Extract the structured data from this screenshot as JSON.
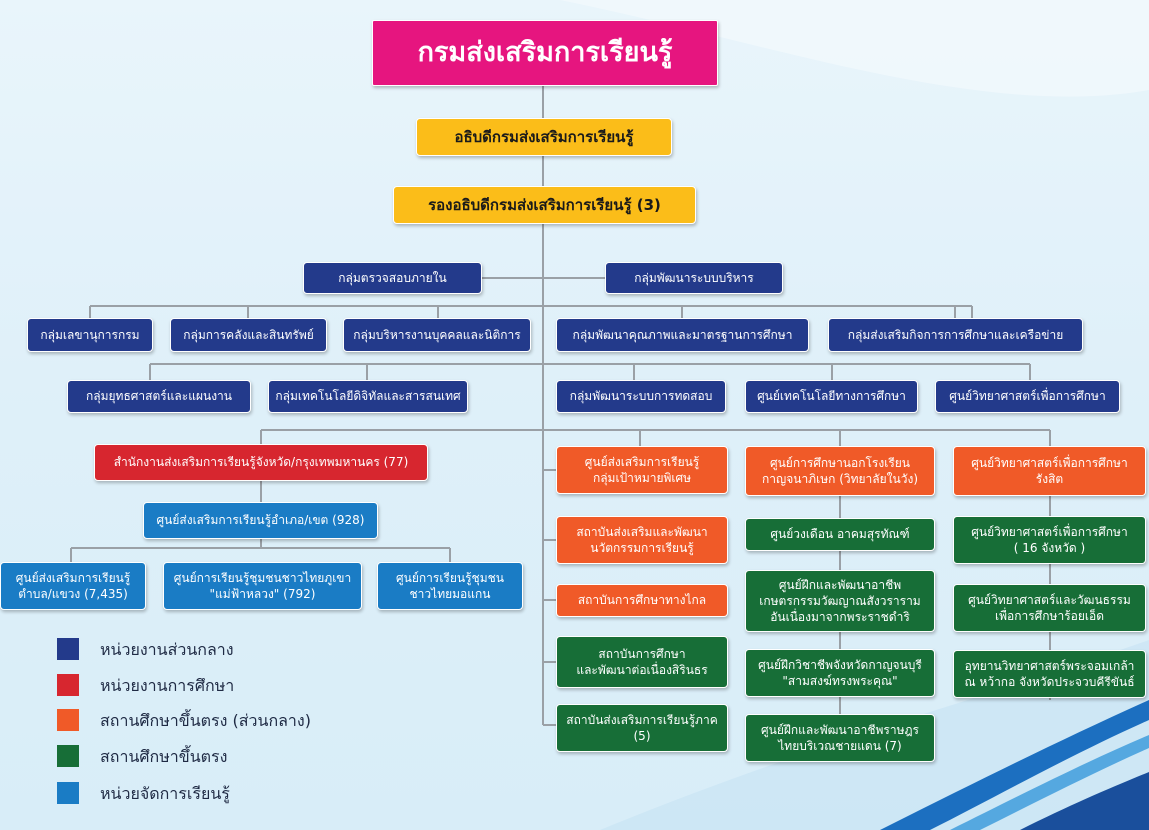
{
  "title": "กรมส่งเสริมการเรียนรู้",
  "director": "อธิบดีกรมส่งเสริมการเรียนรู้",
  "deputy": "รองอธิบดีกรมส่งเสริมการเรียนรู้ (3)",
  "internal_audit": "กลุ่มตรวจสอบภายใน",
  "admin_dev": "กลุ่มพัฒนาระบบบริหาร",
  "groups_row1": [
    "กลุ่มเลขานุการกรม",
    "กลุ่มการคลังและสินทรัพย์",
    "กลุ่มบริหารงานบุคคลและนิติการ",
    "กลุ่มพัฒนาคุณภาพและมาตรฐานการศึกษา",
    "กลุ่มส่งเสริมกิจการการศึกษาและเครือข่าย"
  ],
  "groups_row2": [
    "กลุ่มยุทธศาสตร์และแผนงาน",
    "กลุ่มเทคโนโลยีดิจิทัลและสารสนเทศ",
    "กลุ่มพัฒนาระบบการทดสอบ",
    "ศูนย์เทคโนโลยีทางการศึกษา",
    "ศูนย์วิทยาศาสตร์เพื่อการศึกษา"
  ],
  "provincial_office": "สำนักงานส่งเสริมการเรียนรู้จังหวัด/กรุงเทพมหานคร (77)",
  "district_center": "ศูนย์ส่งเสริมการเรียนรู้อำเภอ/เขต (928)",
  "local_units": [
    "ศูนย์ส่งเสริมการเรียนรู้\nตำบล/แขวง (7,435)",
    "ศูนย์การเรียนรู้ชุมชนชาวไทยภูเขา\n\"แม่ฟ้าหลวง\" (792)",
    "ศูนย์การเรียนรู้ชุมชน\nชาวไทยมอแกน"
  ],
  "col_a": [
    "ศูนย์ส่งเสริมการเรียนรู้\nกลุ่มเป้าหมายพิเศษ",
    "สถาบันส่งเสริมและพัฒนา\nนวัตกรรมการเรียนรู้",
    "สถาบันการศึกษาทางไกล",
    "สถาบันการศึกษา\nและพัฒนาต่อเนื่องสิรินธร",
    "สถาบันส่งเสริมการเรียนรู้ภาค\n(5)"
  ],
  "col_b": [
    "ศูนย์การศึกษานอกโรงเรียน\nกาญจนาภิเษก (วิทยาลัยในวัง)",
    "ศูนย์วงเดือน อาคมสุรทัณฑ์",
    "ศูนย์ฝึกและพัฒนาอาชีพ\nเกษตรกรรมวัฒญาณสังวราราม\nอันเนื่องมาจากพระราชดำริ",
    "ศูนย์ฝึกวิชาชีพจังหวัดกาญจนบุรี\n\"สามสงฆ์ทรงพระคุณ\"",
    "ศูนย์ฝึกและพัฒนาอาชีพราษฎร\nไทยบริเวณชายแดน (7)"
  ],
  "col_c": [
    "ศูนย์วิทยาศาสตร์เพื่อการศึกษา\nรังสิต",
    "ศูนย์วิทยาศาสตร์เพื่อการศึกษา\n( 16 จังหวัด )",
    "ศูนย์วิทยาศาสตร์และวัฒนธรรม\nเพื่อการศึกษาร้อยเอ็ด",
    "อุทยานวิทยาศาสตร์พระจอมเกล้า\nณ หว้ากอ จังหวัดประจวบคีรีขันธ์"
  ],
  "legend": [
    {
      "label": "หน่วยงานส่วนกลาง",
      "color": "#233a8b"
    },
    {
      "label": "หน่วยงานการศึกษา",
      "color": "#d7262f"
    },
    {
      "label": "สถานศึกษาขึ้นตรง (ส่วนกลาง)",
      "color": "#f05a28"
    },
    {
      "label": "สถานศึกษาขึ้นตรง",
      "color": "#176e37"
    },
    {
      "label": "หน่วยจัดการเรียนรู้",
      "color": "#1a7cc5"
    }
  ]
}
